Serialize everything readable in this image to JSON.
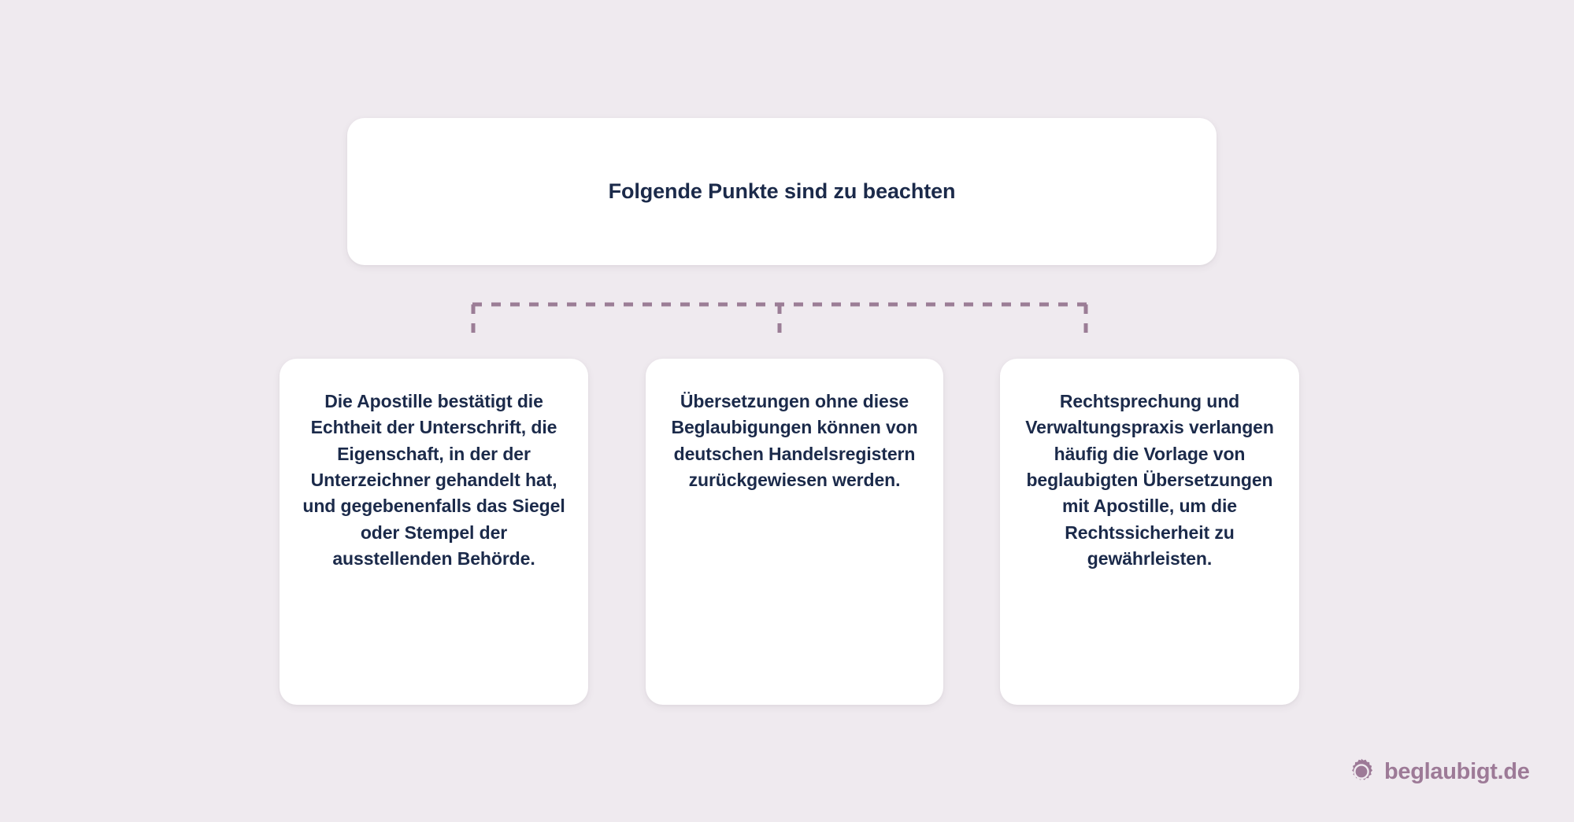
{
  "theme": {
    "background_color": "#efeaef",
    "card_background": "#ffffff",
    "text_color": "#1b2a4a",
    "connector_color": "#9b7d96",
    "brand_color": "#9d7a97"
  },
  "header": {
    "title": "Folgende Punkte sind zu beachten"
  },
  "cards": [
    {
      "id": "card-apostille-bestaetigung",
      "text": "Die Apostille bestätigt die Echtheit der Unterschrift, die Eigenschaft, in der der Unterzeichner gehandelt hat, und gegebenenfalls das Siegel oder Stempel der ausstellenden Behörde."
    },
    {
      "id": "card-handelsregister-zurueckweisung",
      "text": "Übersetzungen ohne diese Beglaubigungen können von deutschen Handelsregistern zurückgewiesen werden."
    },
    {
      "id": "card-rechtssicherheit",
      "text": "Rechtsprechung und Verwaltungspraxis verlangen häufig die Vorlage von beglaubigten Übersetzungen mit Apostille, um die Rechtssicherheit zu gewährleisten."
    }
  ],
  "brand": {
    "name": "beglaubigt.de",
    "icon": "seal-badge-icon"
  }
}
